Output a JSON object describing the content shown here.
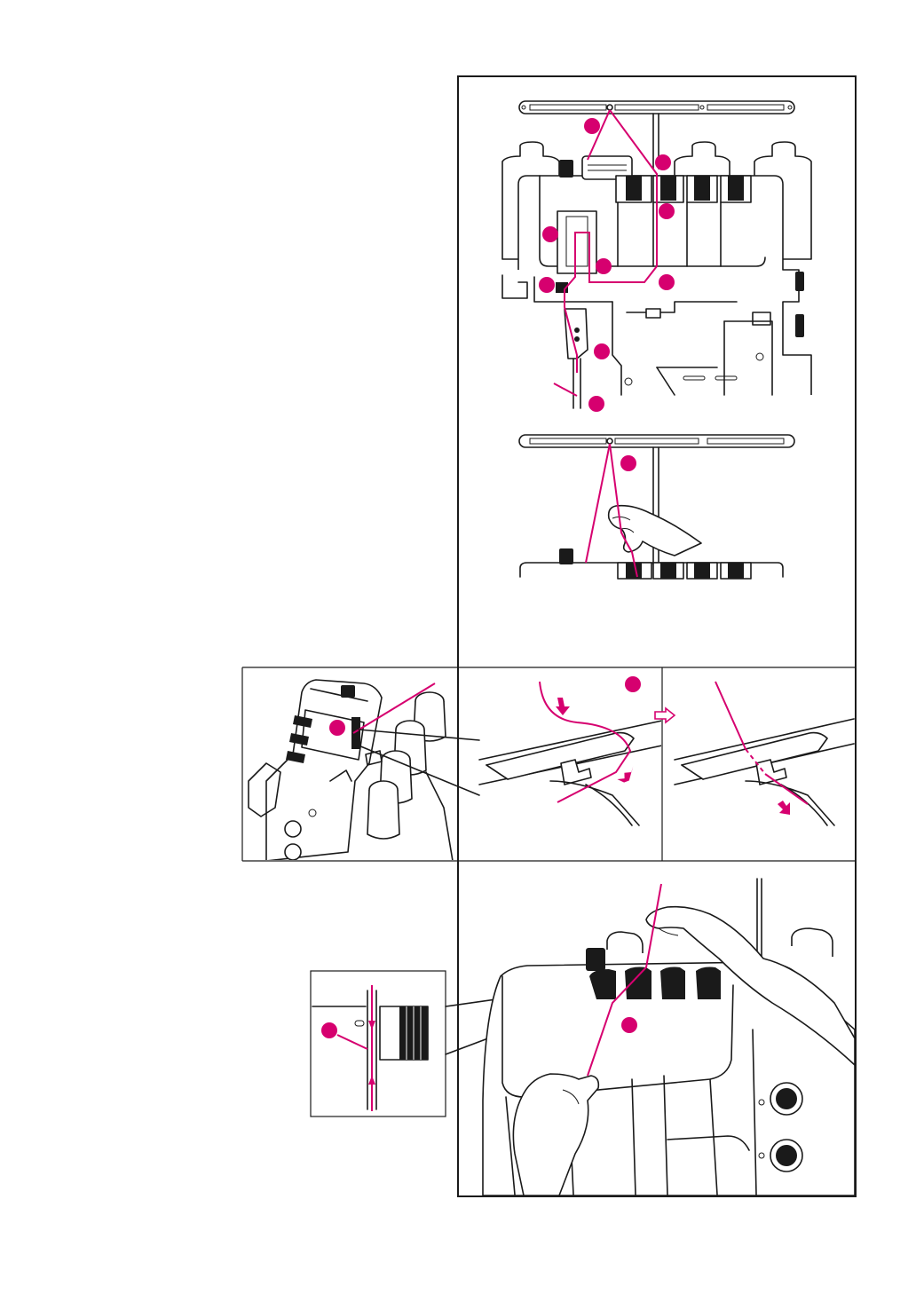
{
  "colors": {
    "accent": "#d6006f",
    "line": "#1a1a1a",
    "background": "#ffffff"
  },
  "figures": [
    {
      "id": "upper-thread-path",
      "description_markers": 8
    },
    {
      "id": "thread-guide-pull",
      "description_markers": 1
    },
    {
      "id": "machine-overview-detail",
      "description_markers": 1
    },
    {
      "id": "tension-slot-step-1",
      "description_markers": 1
    },
    {
      "id": "tension-slot-step-2",
      "description_markers": 0
    },
    {
      "id": "tension-disc-detail",
      "description_markers": 1
    },
    {
      "id": "hands-threading-tension",
      "description_markers": 1
    }
  ]
}
